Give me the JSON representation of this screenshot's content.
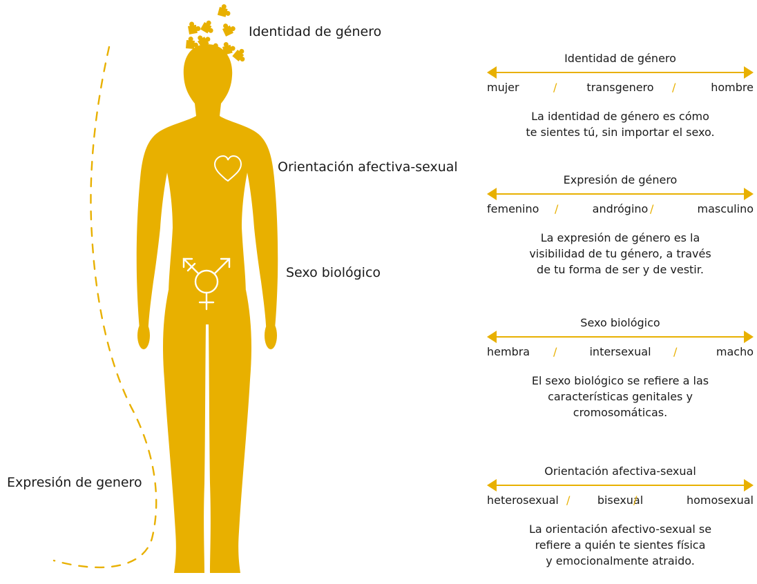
{
  "colors": {
    "accent": "#e8b000",
    "text": "#1a1a1a",
    "background": "#ffffff"
  },
  "body_labels": {
    "identity": "Identidad de género",
    "orientation": "Orientación afectiva-sexual",
    "sex": "Sexo biológico",
    "expression": "Expresión de genero"
  },
  "icons": {
    "head": "puzzle-pieces-icon",
    "chest": "heart-outline-icon",
    "pelvis": "transgender-symbol-icon"
  },
  "panels": [
    {
      "title": "Identidad de género",
      "left": "mujer",
      "middle": "transgenero",
      "right": "hombre",
      "desc": [
        "La identidad de género es cómo",
        "te sientes tú, sin importar el sexo."
      ]
    },
    {
      "title": "Expresión de género",
      "left": "femenino",
      "middle": "andrógino",
      "right": "masculino",
      "desc": [
        "La expresión de género es la",
        "visibilidad de tu género, a través",
        "de tu forma de ser y de vestir."
      ]
    },
    {
      "title": "Sexo biológico",
      "left": "hembra",
      "middle": "intersexual",
      "right": "macho",
      "desc": [
        "El sexo biológico se refiere a las",
        "características genitales y",
        "cromosomáticas."
      ]
    },
    {
      "title": "Orientación afectiva-sexual",
      "left": "heterosexual",
      "middle": "bisexual",
      "right": "homosexual",
      "desc": [
        "La orientación afectivo-sexual se",
        "refiere a quién te sientes física",
        "y emocionalmente atraido."
      ]
    }
  ],
  "separator": "/"
}
